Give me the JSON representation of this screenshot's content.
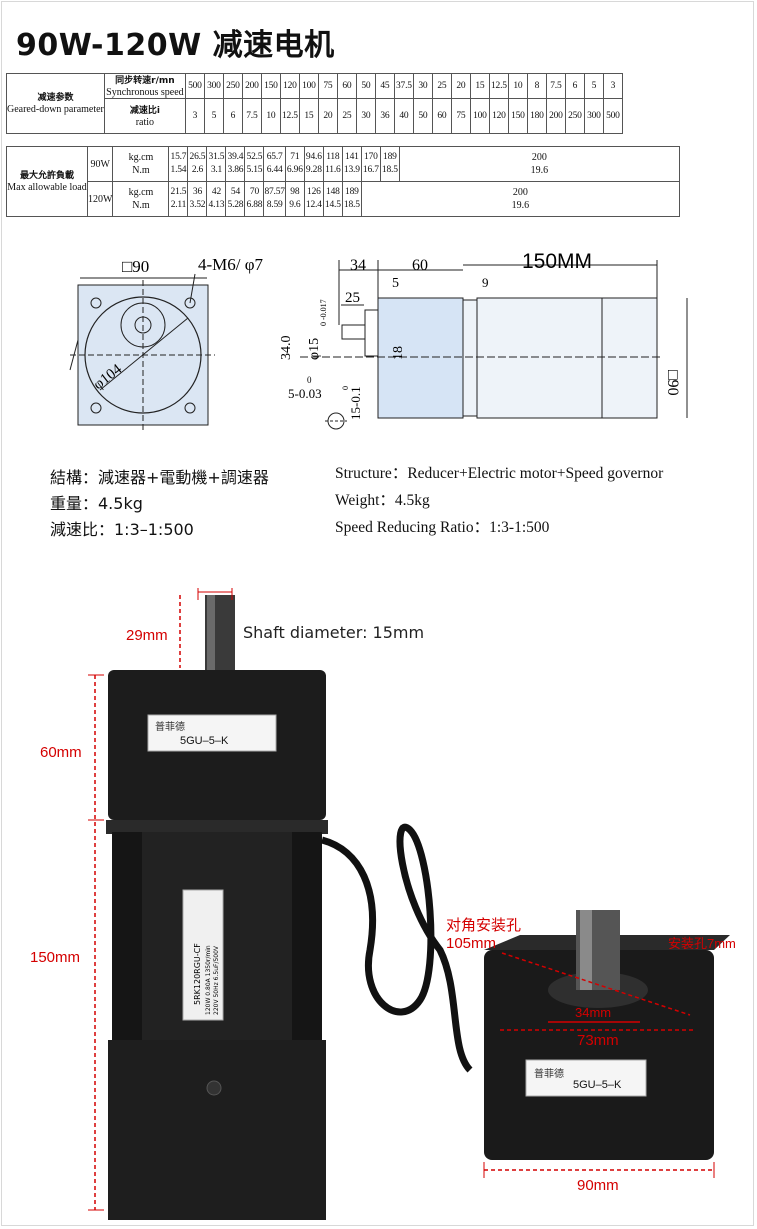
{
  "page": {
    "title": "90W-120W 减速电机"
  },
  "spec_table": {
    "ratio_param_cn": "减速参数",
    "ratio_param_en": "Geared-down parameter",
    "sync_speed_cn": "同步转速r/mn",
    "sync_speed_en": "Synchronous speed",
    "ratio_cn": "减速比i",
    "ratio_en": "ratio",
    "speeds": [
      "500",
      "300",
      "250",
      "200",
      "150",
      "120",
      "100",
      "75",
      "60",
      "50",
      "45",
      "37.5",
      "30",
      "25",
      "20",
      "15",
      "12.5",
      "10",
      "8",
      "7.5",
      "6",
      "5",
      "3"
    ],
    "ratios": [
      "3",
      "5",
      "6",
      "7.5",
      "10",
      "12.5",
      "15",
      "20",
      "25",
      "30",
      "36",
      "40",
      "50",
      "60",
      "75",
      "100",
      "120",
      "150",
      "180",
      "200",
      "250",
      "300",
      "500"
    ],
    "max_load_cn": "最大允許負載",
    "max_load_en": "Max allowable load",
    "w90": "90W",
    "w120": "120W",
    "unit_kgcm": "kg.cm",
    "unit_nm": "N.m",
    "load90_kgcm": [
      "15.7",
      "26.5",
      "31.5",
      "39.4",
      "52.5",
      "65.7",
      "71",
      "94.6",
      "118",
      "141",
      "170",
      "189"
    ],
    "load90_nm": [
      "1.54",
      "2.6",
      "3.1",
      "3.86",
      "5.15",
      "6.44",
      "6.96",
      "9.28",
      "11.6",
      "13.9",
      "16.7",
      "18.5"
    ],
    "load90_rest": [
      "200",
      "19.6"
    ],
    "load120_kgcm": [
      "21.5",
      "36",
      "42",
      "54",
      "70",
      "87.57",
      "98",
      "126",
      "148",
      "189"
    ],
    "load120_nm": [
      "2.11",
      "3.52",
      "4.13",
      "5.28",
      "6.88",
      "8.59",
      "9.6",
      "12.4",
      "14.5",
      "18.5"
    ],
    "load120_rest": [
      "200",
      "19.6"
    ]
  },
  "drawing": {
    "front_square": "□90",
    "front_holes": "4-M6/ φ7",
    "front_circle": "φ104",
    "d34": "34",
    "d60": "60",
    "d150": "150MM",
    "d5": "5",
    "d25": "25",
    "d9": "9",
    "d34v": "34.0",
    "shaft_dia": "φ15",
    "shaft_tol": "0 -0.017",
    "d18": "18",
    "side_square": "□90",
    "key": "5-0.03",
    "key_tol": "0",
    "key2": "15-0.1",
    "key2_tol": "0"
  },
  "info_cn": {
    "structure": "結構：減速器+電動機+調速器",
    "weight": "重量：4.5kg",
    "ratio": "減速比：1:3–1:500"
  },
  "info_en": {
    "structure": "Structure：Reducer+Electric motor+Speed governor",
    "weight": "Weight：4.5kg",
    "ratio": "Speed Reducing Ratio：1:3-1:500"
  },
  "photo": {
    "d29": "29mm",
    "shaft_note": "Shaft diameter: 15mm",
    "d60": "60mm",
    "d150": "150mm",
    "brand": "普菲德",
    "model": "5GU–5–K",
    "motor_label": "5RK120RGU-CF",
    "motor_spec": "120W 0.80A 1350r/min",
    "motor_spec2": "220V 50Hz 6.5uF/500V",
    "diag_holes": "对角安装孔",
    "diag_105": "105mm",
    "hole7": "安装孔7mm",
    "d34": "34mm",
    "d73": "73mm",
    "d90": "90mm",
    "model2": "5GU–5–K"
  }
}
